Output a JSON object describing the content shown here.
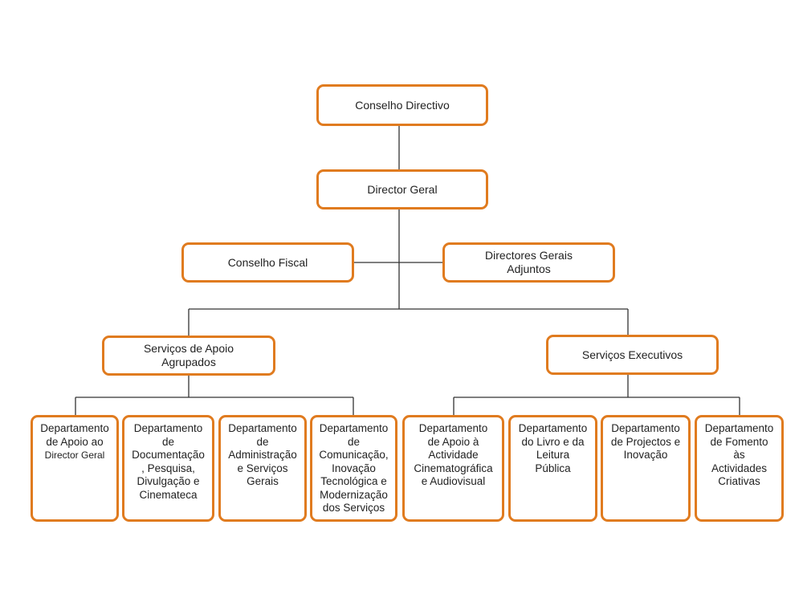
{
  "nodes": {
    "conselho_directivo": "Conselho Directivo",
    "director_geral": "Director Geral",
    "conselho_fiscal": "Conselho Fiscal",
    "directores_adjuntos": "Directores Gerais\nAdjuntos",
    "servicos_apoio": "Serviços de Apoio\nAgrupados",
    "servicos_executivos": "Serviços Executivos"
  },
  "departments": {
    "d1_a": "Departamento\nde Apoio ao",
    "d1_b": "Director Geral",
    "d2": "Departamento\nde\nDocumentação\n, Pesquisa,\nDivulgação e\nCinemateca",
    "d3": "Departamento\nde\nAdministração\ne Serviços\nGerais",
    "d4": "Departamento\nde\nComunicação,\nInovação\nTecnológica e\nModernização\ndos Serviços",
    "d5": "Departamento\nde Apoio à\nActividade\nCinematográfica\ne Audiovisual",
    "d6": "Departamento\ndo Livro e da\nLeitura\nPública",
    "d7": "Departamento\nde Projectos e\nInovação",
    "d8": "Departamento\nde Fomento\nàs\nActividades\nCriativas"
  },
  "colors": {
    "border": "#e07b1f",
    "connector": "#333333"
  }
}
